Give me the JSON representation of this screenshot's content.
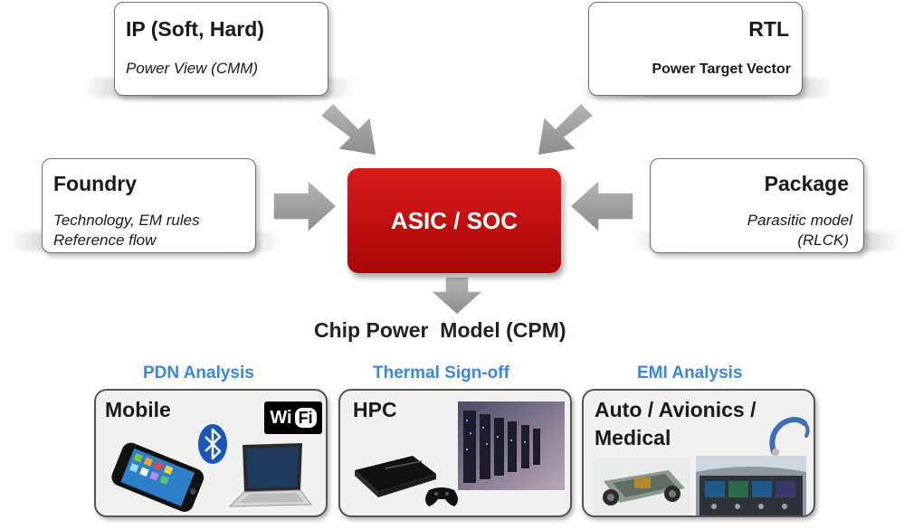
{
  "sources": {
    "ip": {
      "title": "IP (Soft, Hard)",
      "detail": "Power View (CMM)"
    },
    "rtl": {
      "title": "RTL",
      "detail": "Power Target Vector"
    },
    "foundry": {
      "title": "Foundry",
      "detail_line1": "Technology, EM rules",
      "detail_line2": "Reference flow"
    },
    "package": {
      "title": "Package",
      "detail_line1": "Parasitic model",
      "detail_line2": "(RLCK)"
    }
  },
  "core": {
    "label": "ASIC / SOC"
  },
  "output": {
    "label": "Chip Power  Model (CPM)"
  },
  "analyses": [
    {
      "heading": "PDN Analysis",
      "title": "Mobile",
      "icons": [
        "smartphone-icon",
        "bluetooth-icon",
        "wifi-icon",
        "laptop-icon"
      ]
    },
    {
      "heading": "Thermal Sign-off",
      "title": "HPC",
      "icons": [
        "game-console-icon",
        "controller-icon",
        "server-racks-image"
      ]
    },
    {
      "heading": "EMI Analysis",
      "title_line1": "Auto / Avionics /",
      "title_line2": "Medical",
      "icons": [
        "car-chassis-image",
        "cockpit-image",
        "hearing-aid-icon"
      ]
    }
  ],
  "wifi_text": {
    "wi": "Wi",
    "fi": "Fi"
  },
  "colors": {
    "core": "#c41212",
    "heading": "#3a86e0",
    "arrow": "#9a9a9a"
  }
}
